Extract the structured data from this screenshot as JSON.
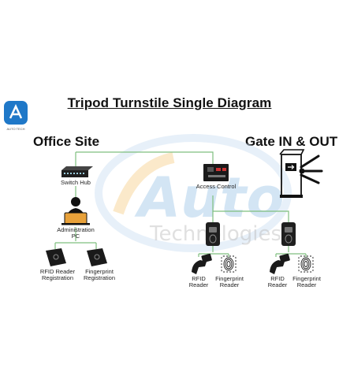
{
  "title": "Tripod Turnstile Single Diagram",
  "sections": {
    "office": "Office Site",
    "gate": "Gate IN & OUT"
  },
  "watermark": {
    "main": "Auto",
    "sub": "Technologies"
  },
  "logo": {
    "caption": "AUTO TECH"
  },
  "nodes": {
    "switch_hub": "Switch Hub",
    "admin_pc": [
      "Administration",
      "PC"
    ],
    "rfid_registration": [
      "RFID Reader",
      "Registration"
    ],
    "fingerprint_registration": [
      "Fingerprint",
      "Registration"
    ],
    "access_control": "Access Control",
    "gate1_rfid": [
      "RFID",
      "Reader"
    ],
    "gate1_fingerprint": [
      "Fingerprint",
      "Reader"
    ],
    "gate2_rfid": [
      "RFID",
      "Reader"
    ],
    "gate2_fingerprint": [
      "Fingerprint",
      "Reader"
    ]
  },
  "colors": {
    "line": "#7fbf7f",
    "watermark_blue": "#9fc6e8",
    "watermark_orange": "#f6cf8a",
    "device": "#2b2b2b",
    "logo": "#1f78c8"
  }
}
